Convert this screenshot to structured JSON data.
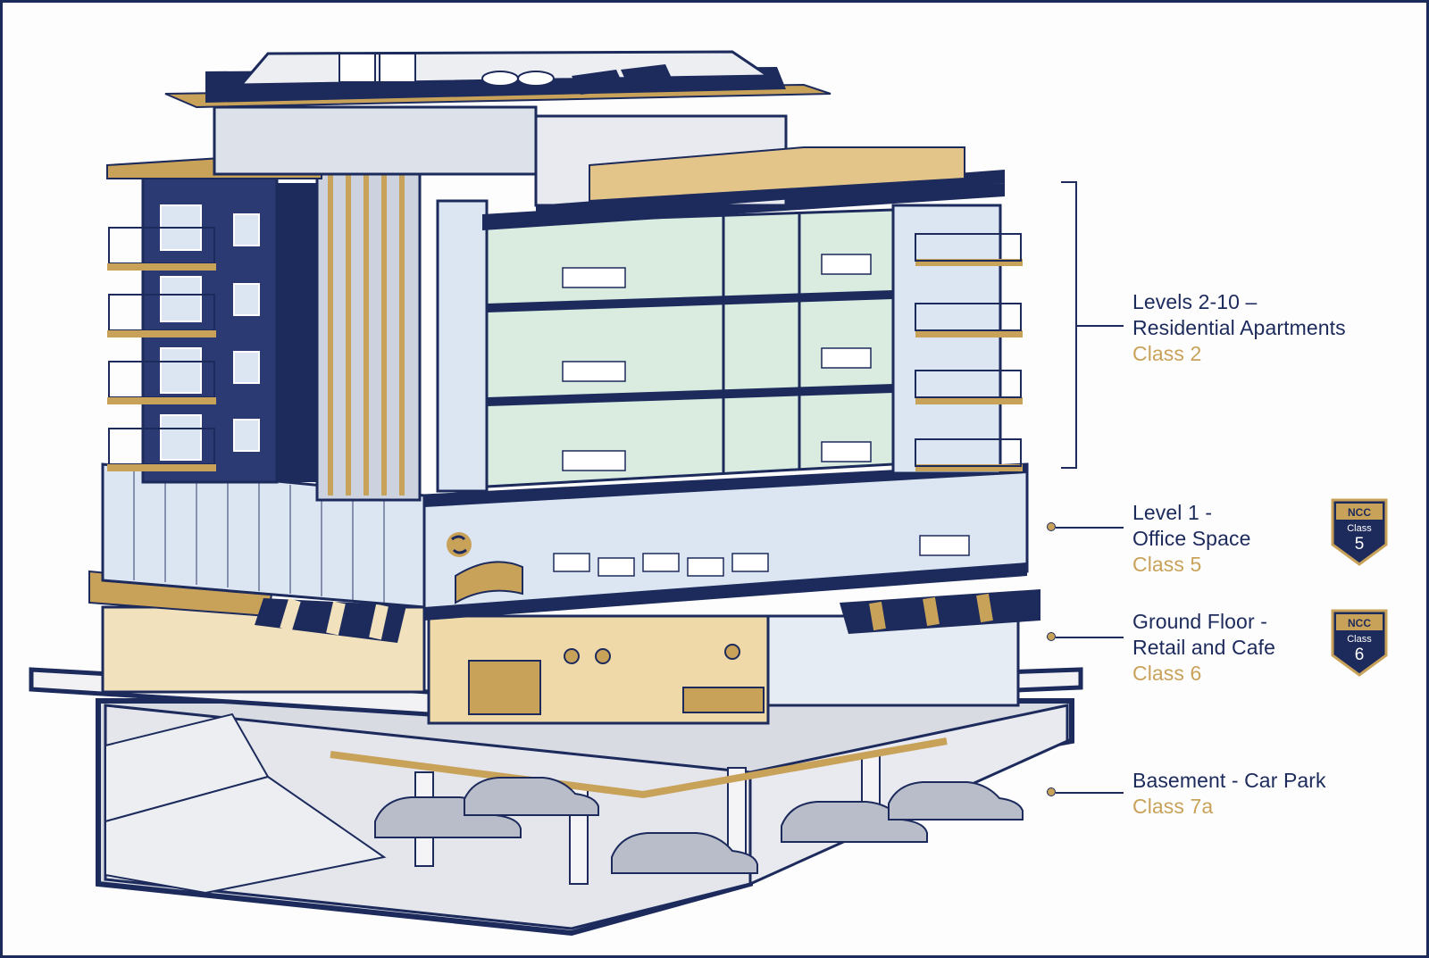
{
  "colors": {
    "navy": "#1c2a5c",
    "gold": "#c9a25a",
    "residential": "#d9ecdf",
    "office": "#dbe6f2",
    "retail": "#f0d9a8",
    "basement": "#d8dbe2"
  },
  "labels": [
    {
      "level": "Levels 2-10 –",
      "use": "Residential Apartments",
      "class": "Class 2"
    },
    {
      "level": "Level 1 -",
      "use": "Office Space",
      "class": "Class 5"
    },
    {
      "level": "Ground Floor -",
      "use": "Retail and Cafe",
      "class": "Class 6"
    },
    {
      "level": "Basement - Car Park",
      "use": "",
      "class": "Class 7a"
    }
  ],
  "badges": [
    {
      "ncc": "NCC",
      "class": "Class",
      "number": "5"
    },
    {
      "ncc": "NCC",
      "class": "Class",
      "number": "6"
    }
  ],
  "icons": {
    "building": "building-cutaway-illustration",
    "office_logo": "office-logo-icon"
  }
}
